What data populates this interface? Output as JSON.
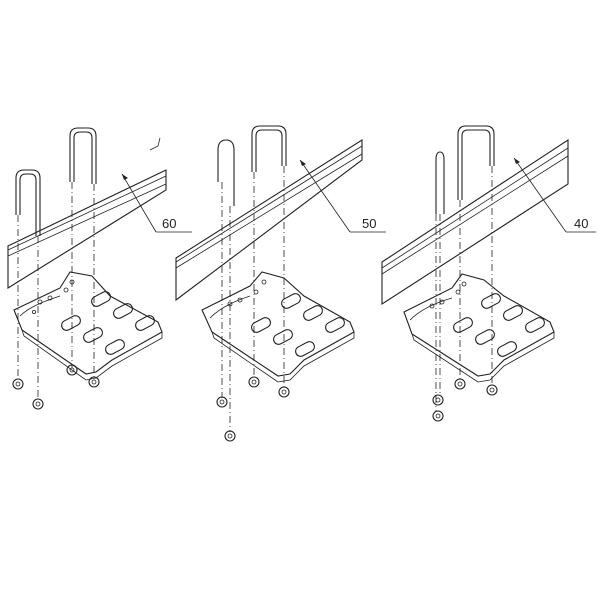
{
  "diagram": {
    "views": [
      {
        "id": "view-1",
        "label": "60"
      },
      {
        "id": "view-2",
        "label": "50"
      },
      {
        "id": "view-3",
        "label": "40"
      }
    ]
  }
}
